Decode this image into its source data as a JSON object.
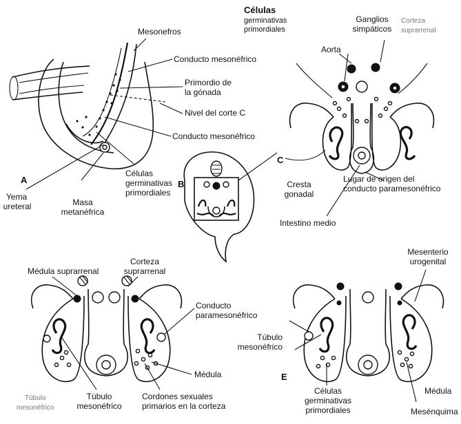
{
  "panels": {
    "a": "A",
    "b": "B",
    "c": "C",
    "e": "E"
  },
  "labels_a": {
    "mesonefros": "Mesonefros",
    "conducto_mesonefrico_top": "Conducto mesonéfrico",
    "primordio_line1": "Primordio de",
    "primordio_line2": "la gónada",
    "nivel_corte": "Nivel del corte C",
    "conducto_mesonefrico_bottom": "Conducto mesonéfrico",
    "yema_line1": "Yema",
    "yema_line2": "ureteral",
    "masa_line1": "Masa",
    "masa_line2": "metanéfrica",
    "celulas_line1": "Células",
    "celulas_line2": "germinativas",
    "celulas_line3": "primordiales"
  },
  "labels_c": {
    "celulas_title": "Células",
    "celulas_line2": "germinativas",
    "celulas_line3": "primordiales",
    "ganglios_line1": "Ganglios",
    "ganglios_line2": "simpáticos",
    "corteza_line1": "Corteza",
    "corteza_line2": "suprarrenal",
    "aorta": "Aorta",
    "cresta_line1": "Cresta",
    "cresta_line2": "gonadal",
    "lugar_line1": "Lugar de origen del",
    "lugar_line2": "conducto paramesonéfrico",
    "intestino": "Intestino medio"
  },
  "labels_d": {
    "medula_supra": "Médula suprarrenal",
    "corteza_line1": "Corteza",
    "corteza_line2": "suprarrenal",
    "conducto_line1": "Conducto",
    "conducto_line2": "paramesonéfrico",
    "medula": "Médula",
    "tubulo_line1": "Túbulo",
    "tubulo_line2": "mesonéfrico",
    "cordones_line1": "Cordones sexuales",
    "cordones_line2": "primarios en la corteza",
    "left_line1": "Túbulo",
    "left_line2": "mesonéfrico"
  },
  "labels_e": {
    "mesenterio_line1": "Mesenterio",
    "mesenterio_line2": "urogenital",
    "tubulo_line1": "Túbulo",
    "tubulo_line2": "mesonéfrico",
    "celulas_line1": "Células",
    "celulas_line2": "germinativas",
    "celulas_line3": "primordiales",
    "medula": "Médula",
    "mesenquima": "Mesénquima"
  }
}
